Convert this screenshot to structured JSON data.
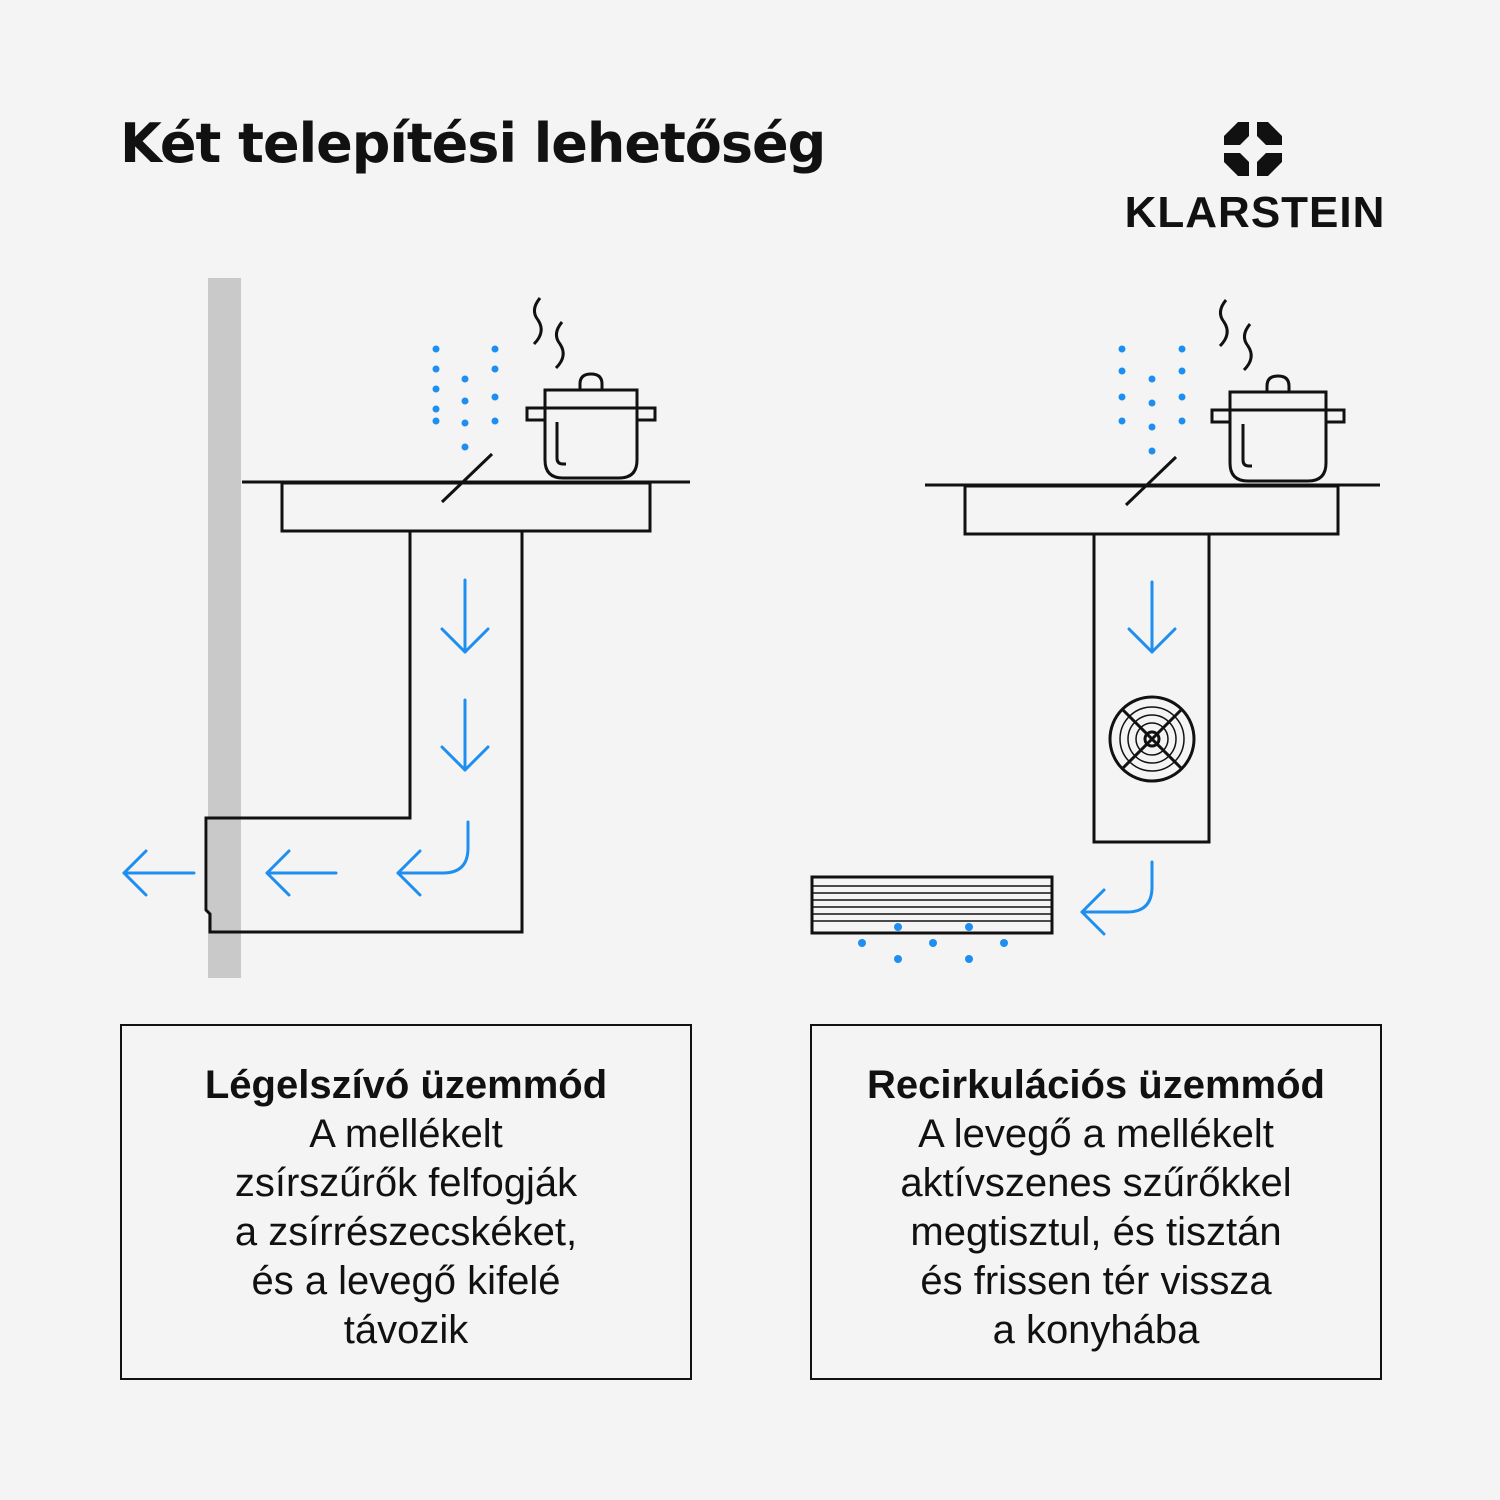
{
  "header": {
    "title": "Két telepítési lehetőség"
  },
  "brand": {
    "name": "KLARSTEIN",
    "logo_icon": "octagon-diamond-icon"
  },
  "colors": {
    "accent_blue": "#1e8ff0",
    "line": "#111111",
    "wall": "#c9c9c9",
    "background": "#f4f4f4"
  },
  "modes": [
    {
      "heading": "Légelszívó üzemmód",
      "lines": [
        "A mellékelt",
        "zsírszűrők felfogják",
        "a zsírrészecskéket,",
        "és a levegő kifelé",
        "távozik"
      ]
    },
    {
      "heading": "Recirkulációs üzemmód",
      "lines": [
        "A levegő a mellékelt",
        "aktívszenes szűrőkkel",
        "megtisztul, és tisztán",
        "és frissen tér vissza",
        "a konyhába"
      ]
    }
  ]
}
